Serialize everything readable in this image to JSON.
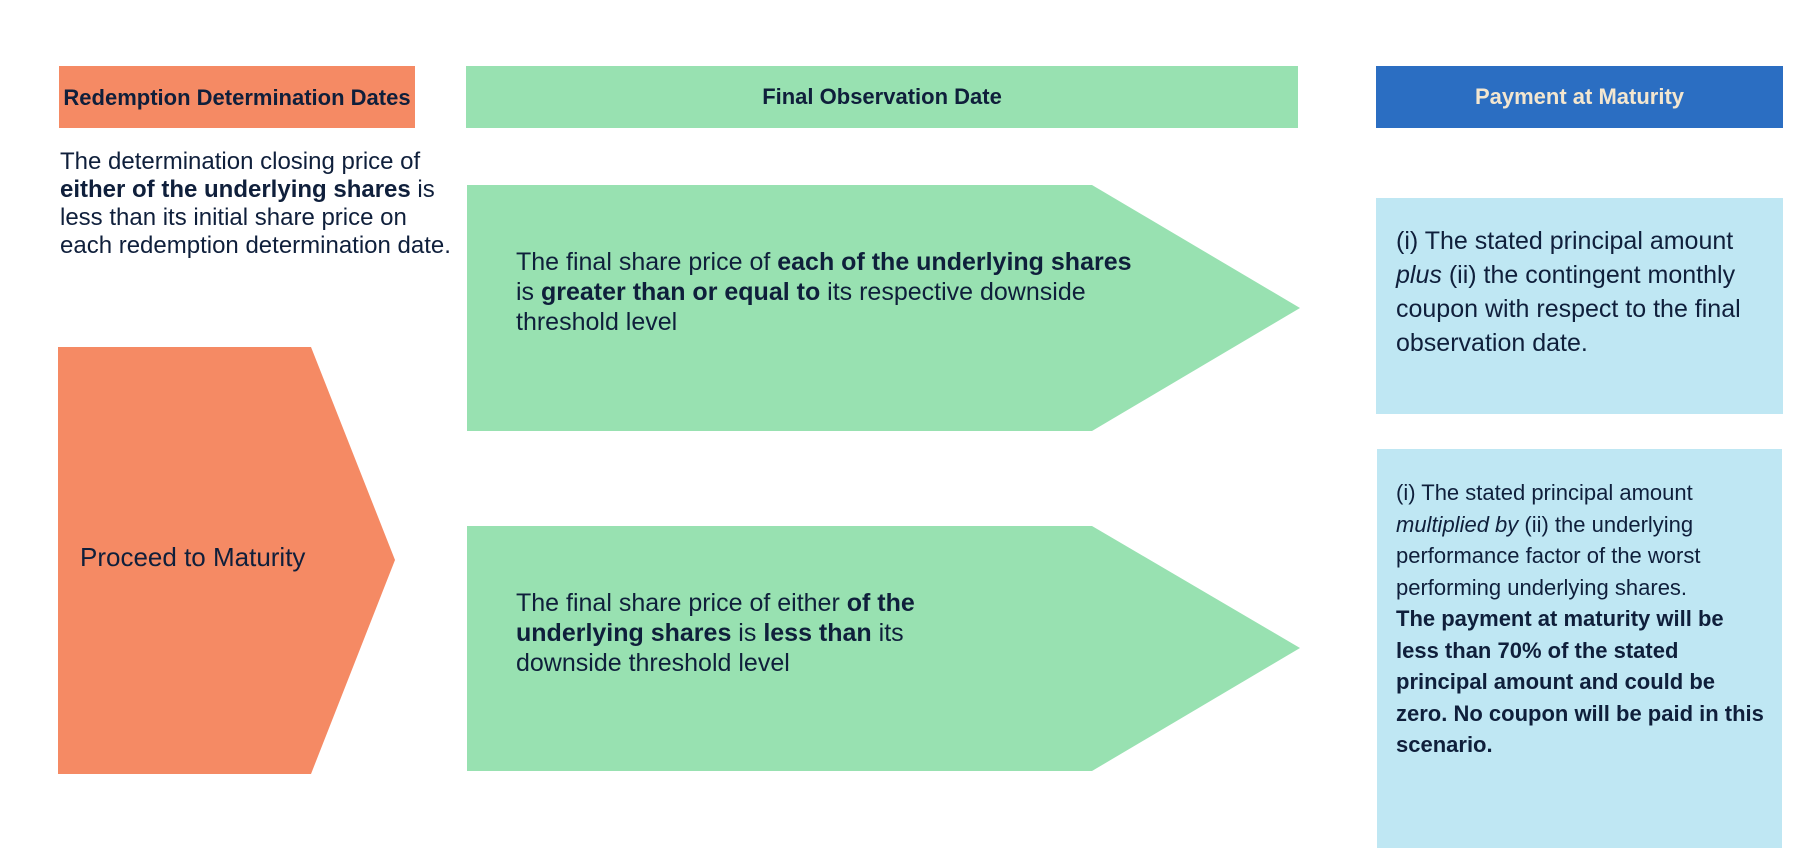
{
  "headers": {
    "redemption": "Redemption Determination Dates",
    "final_observation": "Final Observation Date",
    "payment": "Payment at Maturity"
  },
  "left_condition": {
    "t1": "The determination closing price of ",
    "b1": "either of the underlying shares",
    "t2": " is less than its initial share price on each redemption determination date."
  },
  "proceed": "Proceed to Maturity",
  "scenario_up": {
    "t1": "The final share price of ",
    "b1": "each of the underlying shares",
    "t2": " is ",
    "b2": "greater than or equal to",
    "t3": " its respective downside threshold level"
  },
  "scenario_down": {
    "t1": "The final share price of either ",
    "b1": "of the underlying shares",
    "t2": " is ",
    "b2": "less than",
    "t3": " its downside threshold level"
  },
  "payment_up": {
    "t1": "(i) The stated principal amount ",
    "i1": "plus",
    "t2": " (ii) the contingent monthly coupon with respect to the final observation date."
  },
  "payment_down": {
    "t1": "(i) The stated principal amount ",
    "i1": "multiplied by",
    "t2": " (ii) the underlying performance factor of the worst performing underlying shares.",
    "b1": "The payment at maturity will be less than 70% of the stated principal amount and could be zero.  No coupon will be paid in this scenario."
  },
  "colors": {
    "salmon": "#f58a64",
    "green": "#98e1b1",
    "blue": "#2b6ec2",
    "light_blue": "#bfe7f3",
    "text": "#0f1f3b"
  }
}
